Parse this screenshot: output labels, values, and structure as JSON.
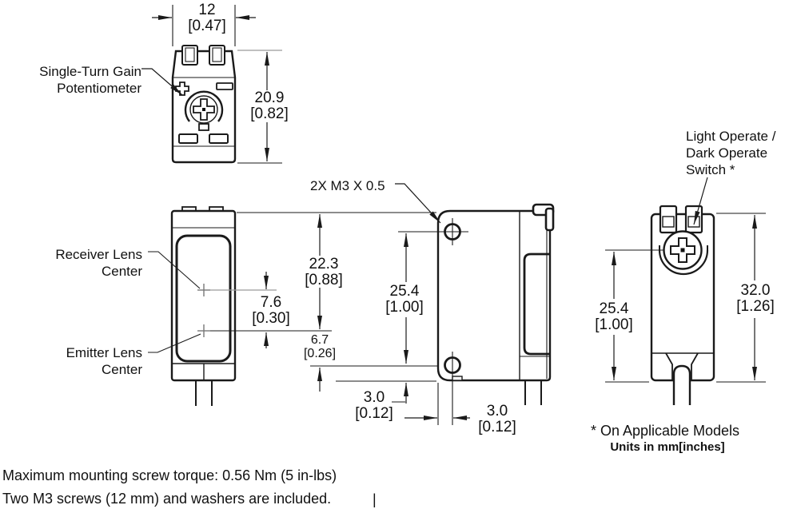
{
  "labels": {
    "single_turn_gain": {
      "line1": "Single-Turn Gain",
      "line2": "Potentiometer"
    },
    "receiver_lens": {
      "line1": "Receiver Lens",
      "line2": "Center"
    },
    "emitter_lens": {
      "line1": "Emitter Lens",
      "line2": "Center"
    },
    "mounting_thread": "2X M3 X 0.5",
    "light_dark_switch": {
      "line1": "Light Operate /",
      "line2": "Dark Operate",
      "line3": "Switch *"
    }
  },
  "dimensions": {
    "housing_width": {
      "mm": "12",
      "in": "[0.47]"
    },
    "housing_depth": {
      "mm": "20.9",
      "in": "[0.82]"
    },
    "top_to_emitter": {
      "mm": "22.3",
      "in": "[0.88]"
    },
    "lens_center_spacing": {
      "mm": "7.6",
      "in": "[0.30]"
    },
    "emitter_to_hole": {
      "mm": "6.7",
      "in": "[0.26]"
    },
    "hole_spacing": {
      "mm": "25.4",
      "in": "[1.00]"
    },
    "hole_to_bottom": {
      "mm": "3.0",
      "in": "[0.12]"
    },
    "hole_to_face": {
      "mm": "3.0",
      "in": "[0.12]"
    },
    "pot_to_bottom": {
      "mm": "25.4",
      "in": "[1.00]"
    },
    "housing_height": {
      "mm": "32.0",
      "in": "[1.26]"
    }
  },
  "notes": {
    "applicable_models": "* On Applicable Models",
    "units": "Units in mm[inches]",
    "torque": "Maximum mounting screw torque: 0.56 Nm (5 in-lbs)",
    "screws": "Two M3 screws (12 mm) and washers are included.",
    "text_cursor": "|"
  },
  "colors": {
    "line": "#1a1a1a",
    "gray_line": "#9a9a9a",
    "text": "#111111",
    "background": "#ffffff"
  }
}
